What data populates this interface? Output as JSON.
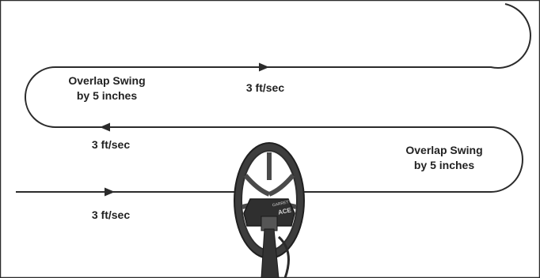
{
  "diagram": {
    "overlap_top": {
      "line1": "Overlap Swing",
      "line2": "by 5 inches"
    },
    "overlap_right": {
      "line1": "Overlap Swing",
      "line2": "by 5 inches"
    },
    "speed_top": "3 ft/sec",
    "speed_middle": "3 ft/sec",
    "speed_bottom": "3 ft/sec",
    "coil_brand": "GARRETT",
    "coil_model": "ACE",
    "colors": {
      "path": "#2b2b2b",
      "coil": "#3a3a3a",
      "text": "#222222",
      "border": "#2b2b2b"
    }
  }
}
